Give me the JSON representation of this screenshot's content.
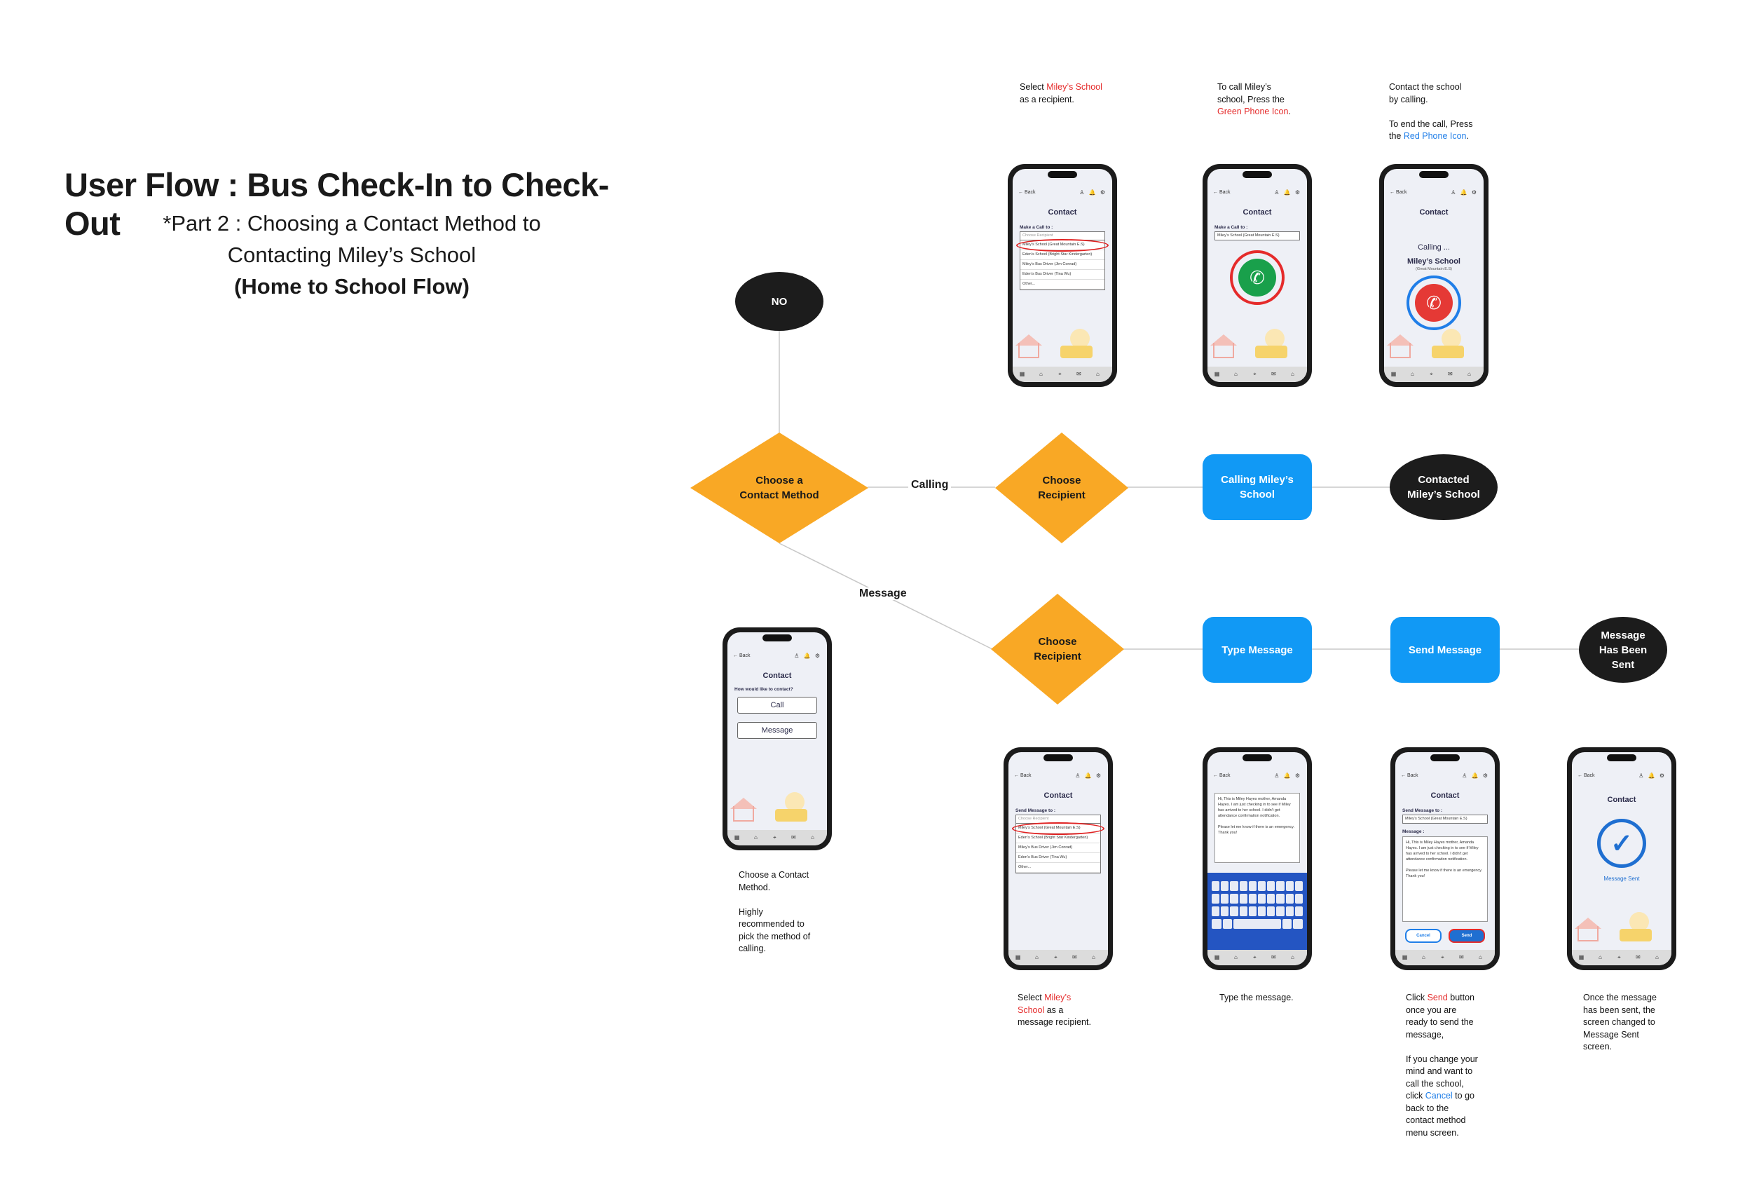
{
  "title": "User Flow : Bus Check-In to Check- Out",
  "subtitle": {
    "line1": "*Part 2 : Choosing a Contact Method to",
    "line2": "Contacting Miley’s School",
    "line3": "(Home to School Flow)"
  },
  "nodes": {
    "no": "NO",
    "choose_method": "Choose a\nContact Method",
    "choose_recipient_call": "Choose\nRecipient",
    "calling_school": "Calling Miley’s\nSchool",
    "contacted_school": "Contacted\nMiley’s School",
    "choose_recipient_msg": "Choose\nRecipient",
    "type_message": "Type Message",
    "send_message": "Send Message",
    "message_sent": "Message\nHas Been\nSent"
  },
  "edges": {
    "calling": "Calling",
    "message": "Message"
  },
  "notes": {
    "select_recipient_call": {
      "a": "Select ",
      "b": "Miley’s School",
      "c": "\nas a  recipient."
    },
    "call_press_green": {
      "a": "To call Miley’s\nschool, Press the\n",
      "b": "Green Phone Icon",
      "c": "."
    },
    "end_call": {
      "a": "Contact the school\nby calling.\n\nTo end the call, Press\nthe ",
      "b": "Red Phone Icon",
      "c": "."
    },
    "choose_method_note": "Choose a Contact\nMethod.\n\nHighly\nrecommended to\npick the method of\ncalling.",
    "select_recipient_msg": {
      "a": "Select ",
      "b": "Miley’s\nSchool",
      "c": " as a\nmessage recipient."
    },
    "type_message_note": "Type the message.",
    "send_note": {
      "a": "Click ",
      "b": "Send",
      "c": " button\nonce you are\nready to send the\nmessage,\n\nIf you change your\nmind and want to\ncall the school,\nclick ",
      "d": "Cancel",
      "e": " to go\nback to the\ncontact method\nmenu screen."
    },
    "sent_note": "Once the message\nhas been sent, the\nscreen changed to\nMessage Sent\nscreen."
  },
  "phone": {
    "back": "← Back",
    "header_icons": "♙ 🔔 ⚙",
    "contact_title": "Contact",
    "make_call": "Make a Call to :",
    "send_message_to": "Send Message to :",
    "choose_recipient_placeholder": "Choose Recipient",
    "recipients": [
      "Miley’s School (Great Mountain E.S)",
      "Eden’s School (Bright Star Kindergarten)",
      "Miley’s Bus Driver (Jim Conrad)",
      "Eden’s Bus Driver (Tina Wu)",
      "Other..."
    ],
    "selected_school": "Miley’s School (Great Mountain E.S)",
    "calling": "Calling ...",
    "school_name": "Miley’s School",
    "school_sub": "(Great Mountain E.S)",
    "how_contact": "How would like to contact?",
    "call_btn": "Call",
    "message_btn": "Message",
    "message_label": "Message :",
    "message_text": "Hi, This is Miley Hayes mother, Amanda Hayes. I am just checking in to see if Miley has arrived to her school. I didn't get attendance confirmation notification.\n\nPlease let me know if there is an emergency. Thank you!",
    "cancel": "Cancel",
    "send": "Send",
    "message_sent": "Message Sent",
    "nav": [
      "▦",
      "⌂",
      "⌖",
      "✉",
      "⌂"
    ]
  },
  "colors": {
    "diamond": "#f9a825",
    "box": "#1199f5",
    "ellipse": "#1c1c1c",
    "red_text": "#e52b2b",
    "blue_text": "#1f7ee8",
    "green_phone": "#19a04b",
    "red_phone": "#e53935"
  }
}
